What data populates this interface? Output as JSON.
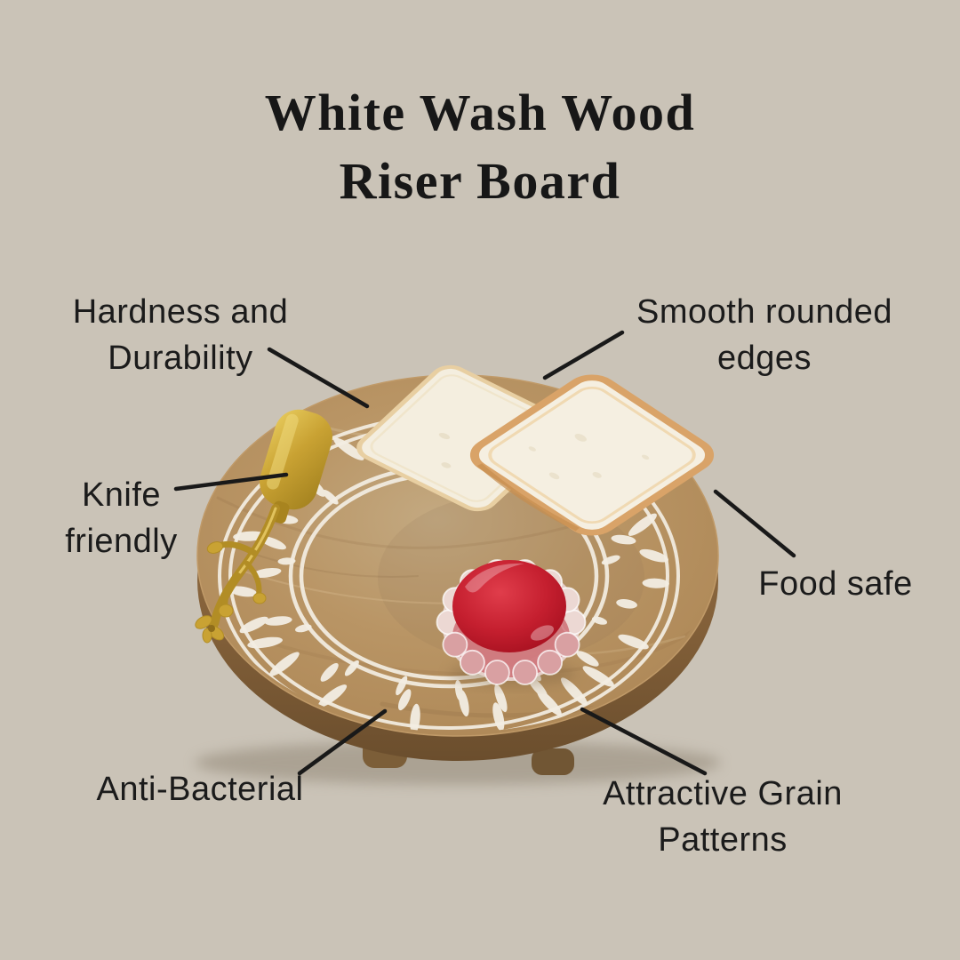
{
  "title": {
    "line1": "White Wash Wood",
    "line2": "Riser Board"
  },
  "features": [
    {
      "id": "hardness-durability",
      "lines": [
        "Hardness and",
        "Durability"
      ]
    },
    {
      "id": "smooth-rounded-edges",
      "lines": [
        "Smooth rounded",
        "edges"
      ]
    },
    {
      "id": "knife-friendly",
      "lines": [
        "Knife",
        "friendly"
      ]
    },
    {
      "id": "food-safe",
      "lines": [
        "Food safe"
      ]
    },
    {
      "id": "anti-bacterial",
      "lines": [
        "Anti-Bacterial"
      ]
    },
    {
      "id": "attractive-grain-patterns",
      "lines": [
        "Attractive Grain",
        "Patterns"
      ]
    }
  ],
  "colors": {
    "background": "#cac3b7",
    "text": "#1b1b1b",
    "leader_line": "#191919",
    "wood_top": "#b08a59",
    "wood_side": "#7d5c36",
    "pattern_white": "#f3eee3",
    "bread_crust": "#d9a368",
    "bread_crumb": "#f4eedf",
    "jam_red": "#c51f2f",
    "knife_gold": "#c9a233"
  }
}
